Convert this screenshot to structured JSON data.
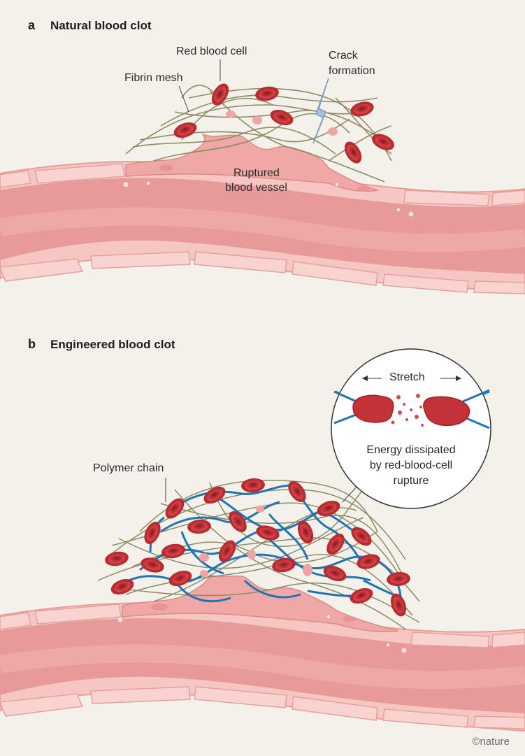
{
  "panel_a": {
    "letter": "a",
    "title": "Natural blood clot",
    "labels": {
      "fibrin": "Fibrin mesh",
      "rbc": "Red blood cell",
      "crack_line1": "Crack",
      "crack_line2": "formation",
      "ruptured_line1": "Ruptured",
      "ruptured_line2": "blood vessel"
    }
  },
  "panel_b": {
    "letter": "b",
    "title": "Engineered blood clot",
    "labels": {
      "polymer": "Polymer chain",
      "stretch": "Stretch",
      "energy_line1": "Energy dissipated",
      "energy_line2": "by red-blood-cell",
      "energy_line3": "rupture"
    }
  },
  "credit": "©nature",
  "colors": {
    "background": "#f4f1ea",
    "vessel_outer": "#f2b9b4",
    "vessel_inner": "#e99a97",
    "rbc": "#c9353a",
    "fibrin": "#8d8a64",
    "polymer": "#1f74b5",
    "crack": "#8ea8c8"
  }
}
